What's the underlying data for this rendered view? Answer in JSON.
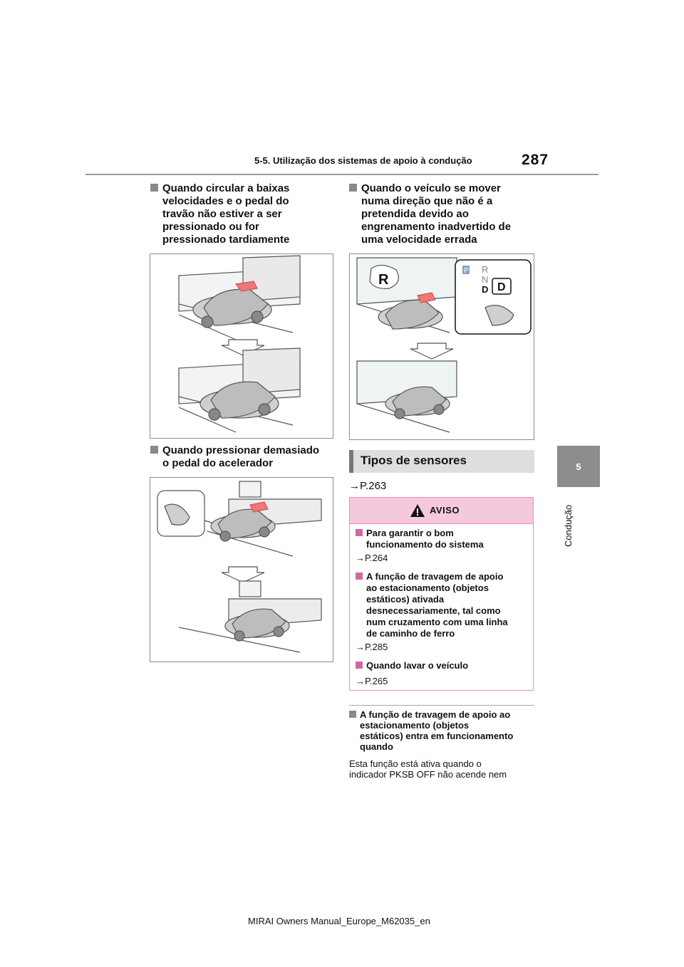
{
  "header": {
    "section_title": "5-5. Utilização dos sistemas de apoio à condução",
    "page_number": "287"
  },
  "side_tab": {
    "chapter_number": "5",
    "chapter_name": "Condução"
  },
  "left_column": {
    "heading1": [
      "Quando circular a baixas",
      "velocidades e o pedal do",
      "travão não estiver a ser",
      "pressionado ou for",
      "pressionado tardiamente"
    ],
    "heading2": [
      "Quando pressionar demasiado",
      "o pedal do acelerador"
    ]
  },
  "right_column": {
    "heading1": [
      "Quando o veículo se mover",
      "numa direção que não é a",
      "pretendida devido ao",
      "engrenamento inadvertido de",
      "uma velocidade errada"
    ],
    "shift_labels": {
      "thought": "R",
      "p": "P",
      "r": "R",
      "n": "N",
      "d": "D",
      "d_box": "D"
    },
    "section_title": "Tipos de sensores",
    "ref": "→P.263",
    "aviso": {
      "title": "AVISO",
      "item1": [
        "Para garantir o bom",
        "funcionamento do sistema"
      ],
      "ref1": "→P.264",
      "item2": [
        "A função de travagem de apoio",
        "ao estacionamento (objetos",
        "estáticos) ativada",
        "desnecessariamente, tal como",
        "num cruzamento com uma linha",
        "de caminho de ferro"
      ],
      "ref2": "→P.285",
      "item3": [
        "Quando lavar o veículo"
      ],
      "ref3": "→P.265"
    },
    "note": {
      "heading": [
        "A função de travagem de apoio ao",
        "estacionamento (objetos",
        "estáticos) entra em funcionamento",
        "quando"
      ],
      "body": [
        "Esta função está ativa quando o",
        "indicador PKSB OFF não acende nem"
      ]
    }
  },
  "footer": "MIRAI Owners Manual_Europe_M62035_en",
  "colors": {
    "accent_pink": "#f4c8dd",
    "pink_border": "#e590ba",
    "grey_tab": "#8d8d8d"
  }
}
